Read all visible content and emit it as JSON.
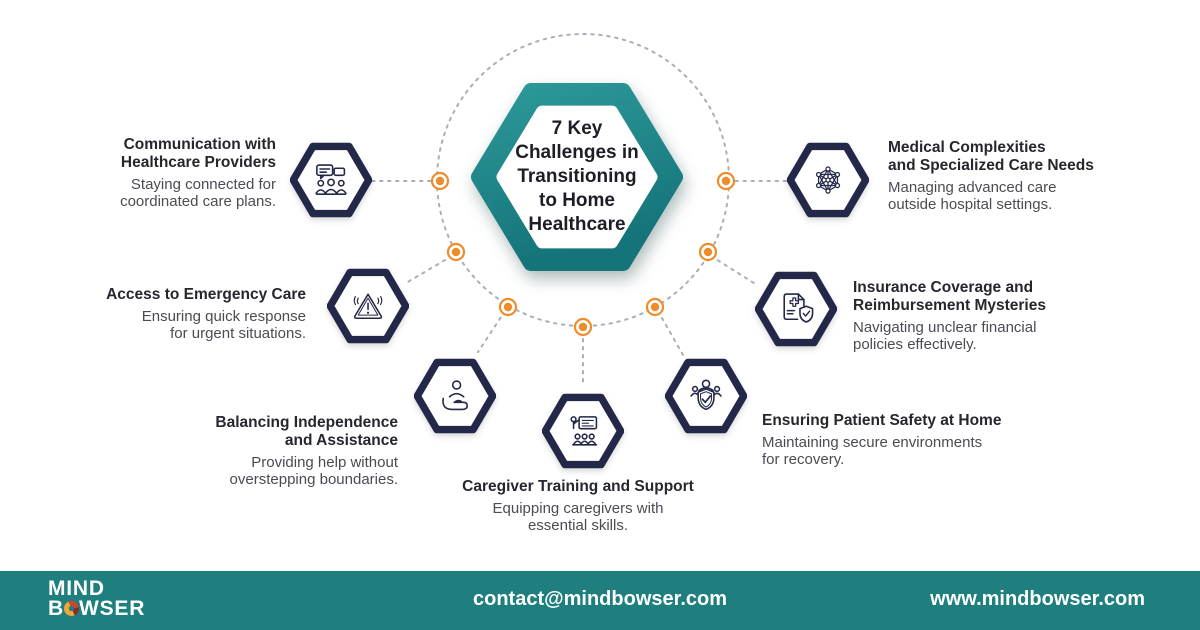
{
  "title": {
    "lines": [
      "7 Key",
      "Challenges in",
      "Transitioning",
      "to Home",
      "Healthcare"
    ]
  },
  "items": [
    {
      "id": "communication",
      "icon": "communication-icon",
      "heading_lines": [
        "Communication with",
        "Healthcare Providers"
      ],
      "body_lines": [
        "Staying connected for",
        "coordinated care plans."
      ]
    },
    {
      "id": "medical-complexities",
      "icon": "network-icon",
      "heading_lines": [
        "Medical Complexities",
        "and Specialized Care Needs"
      ],
      "body_lines": [
        "Managing advanced care",
        "outside hospital settings."
      ]
    },
    {
      "id": "emergency-care",
      "icon": "warning-icon",
      "heading_lines": [
        "Access to Emergency Care"
      ],
      "body_lines": [
        "Ensuring quick response",
        "for urgent situations."
      ]
    },
    {
      "id": "insurance-coverage",
      "icon": "insurance-document-icon",
      "heading_lines": [
        "Insurance Coverage and",
        "Reimbursement Mysteries"
      ],
      "body_lines": [
        "Navigating unclear financial",
        "policies effectively."
      ]
    },
    {
      "id": "balancing-independence",
      "icon": "care-hand-icon",
      "heading_lines": [
        "Balancing Independence",
        "and Assistance"
      ],
      "body_lines": [
        "Providing help without",
        "overstepping boundaries."
      ]
    },
    {
      "id": "caregiver-training",
      "icon": "training-icon",
      "heading_lines": [
        "Caregiver Training and Support"
      ],
      "body_lines": [
        "Equipping caregivers with",
        "essential skills."
      ]
    },
    {
      "id": "patient-safety",
      "icon": "shield-check-icon",
      "heading_lines": [
        "Ensuring Patient Safety at Home"
      ],
      "body_lines": [
        "Maintaining secure environments",
        "for recovery."
      ]
    }
  ],
  "footer": {
    "logo_line1": "MIND",
    "logo_b": "B",
    "logo_rest": "WSER",
    "email": "contact@mindbowser.com",
    "website": "www.mindbowser.com"
  },
  "colors": {
    "teal": "#1e8a8c",
    "teal_dark": "#147479",
    "footer_teal": "#1e7f7e",
    "navy": "#232849",
    "orange": "#ee8c2b",
    "heading_text": "#26262f",
    "body_text": "#4b4b55",
    "dash_gray": "#a9afba",
    "logo_orange": "#f2a73b",
    "logo_red": "#cc4630"
  }
}
